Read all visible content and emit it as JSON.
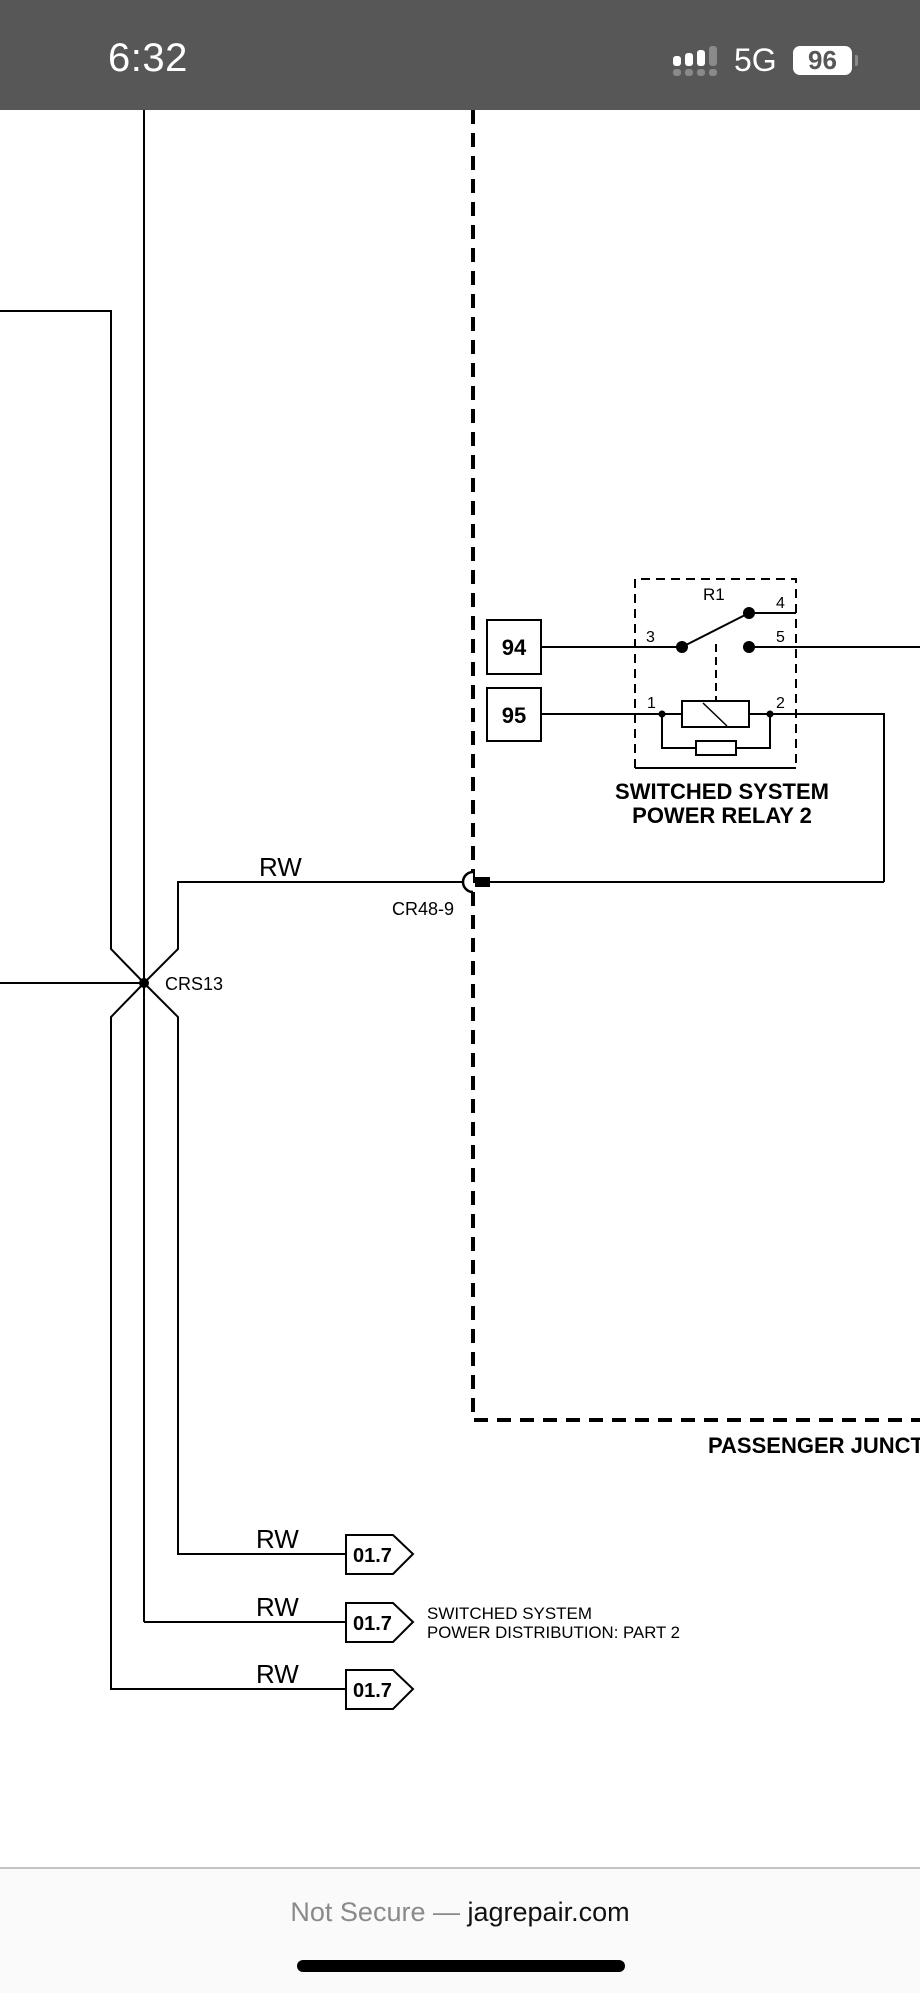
{
  "status_bar": {
    "time": "6:32",
    "network": "5G",
    "battery_percent": "96",
    "icons": [
      "signal-icon",
      "battery-icon"
    ]
  },
  "diagram": {
    "wire_color_code": "RW",
    "splice_label": "CRS13",
    "connector_label": "CR48-9",
    "fuse_terminals": [
      "94",
      "95"
    ],
    "relay": {
      "ref": "R1",
      "pins": [
        "1",
        "2",
        "3",
        "4",
        "5"
      ],
      "title_line1": "SWITCHED SYSTEM",
      "title_line2": "POWER RELAY 2"
    },
    "junction_box_label": "PASSENGER JUNCT",
    "wires": [
      {
        "label": "RW"
      },
      {
        "label": "RW"
      },
      {
        "label": "RW"
      },
      {
        "label": "RW"
      }
    ],
    "page_refs": [
      {
        "ref": "01.7"
      },
      {
        "ref": "01.7"
      },
      {
        "ref": "01.7"
      }
    ],
    "page_ref_description_line1": "SWITCHED SYSTEM",
    "page_ref_description_line2": "POWER DISTRIBUTION: PART 2"
  },
  "browser": {
    "security_text": "Not Secure —",
    "host": "jagrepair.com"
  }
}
